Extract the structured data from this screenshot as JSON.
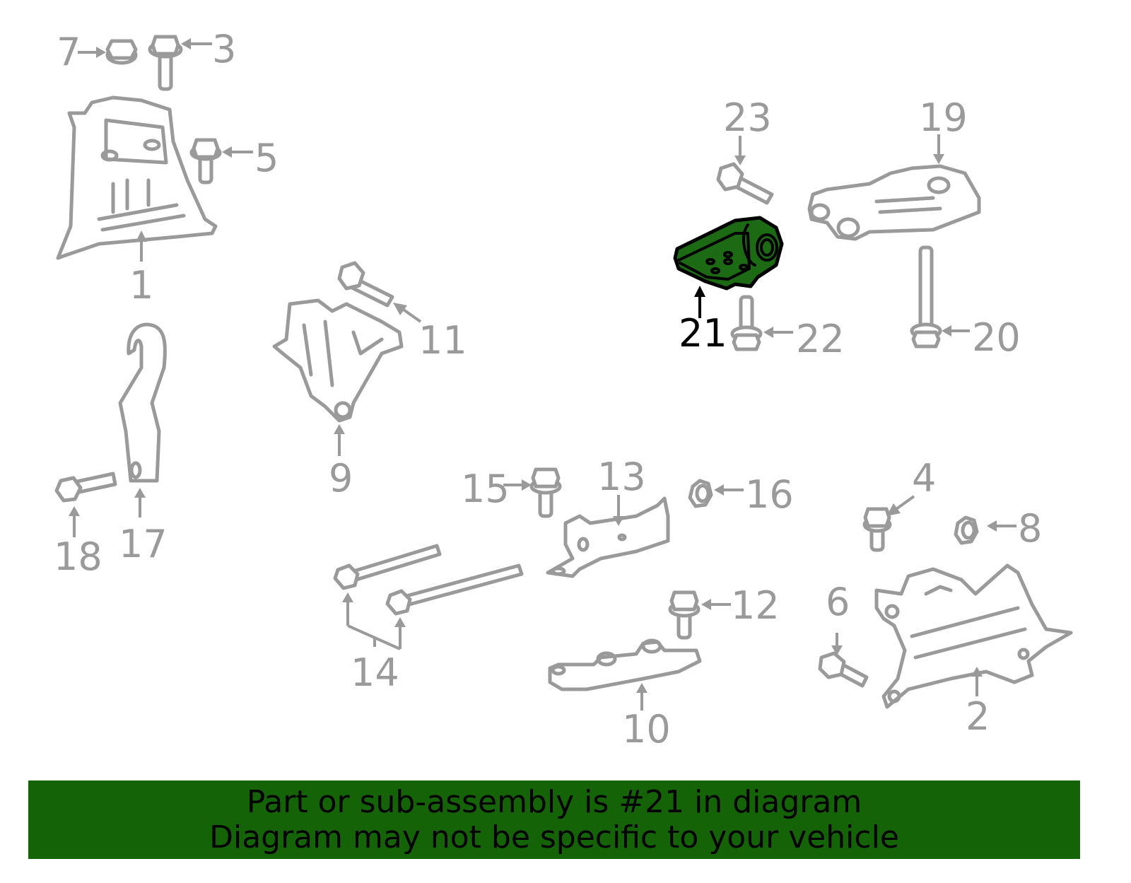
{
  "diagram": {
    "highlight_color": "#1c6b14",
    "line_color": "#9a9a9a",
    "highlighted_part": "21",
    "callouts": [
      {
        "id": "1",
        "label": "1"
      },
      {
        "id": "2",
        "label": "2"
      },
      {
        "id": "3",
        "label": "3"
      },
      {
        "id": "4",
        "label": "4"
      },
      {
        "id": "5",
        "label": "5"
      },
      {
        "id": "6",
        "label": "6"
      },
      {
        "id": "7",
        "label": "7"
      },
      {
        "id": "8",
        "label": "8"
      },
      {
        "id": "9",
        "label": "9"
      },
      {
        "id": "10",
        "label": "10"
      },
      {
        "id": "11",
        "label": "11"
      },
      {
        "id": "12",
        "label": "12"
      },
      {
        "id": "13",
        "label": "13"
      },
      {
        "id": "14",
        "label": "14"
      },
      {
        "id": "15",
        "label": "15"
      },
      {
        "id": "16",
        "label": "16"
      },
      {
        "id": "17",
        "label": "17"
      },
      {
        "id": "18",
        "label": "18"
      },
      {
        "id": "19",
        "label": "19"
      },
      {
        "id": "20",
        "label": "20"
      },
      {
        "id": "21",
        "label": "21"
      },
      {
        "id": "22",
        "label": "22"
      },
      {
        "id": "23",
        "label": "23"
      }
    ]
  },
  "banner": {
    "background": "#146307",
    "line1": "Part or sub-assembly is #21 in diagram",
    "line2": "Diagram may not be specific to your vehicle"
  }
}
